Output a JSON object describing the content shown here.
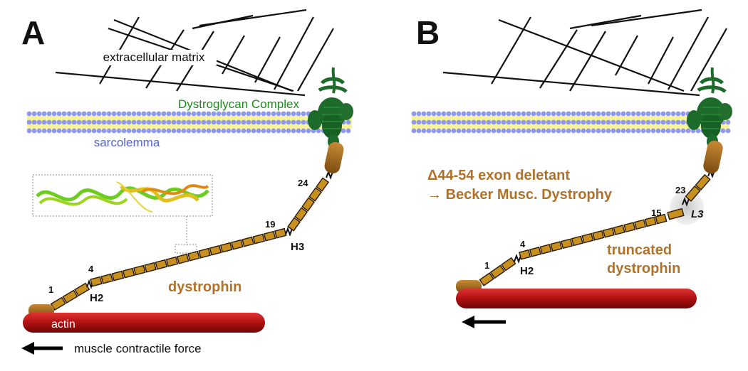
{
  "panels": {
    "a": {
      "letter": "A",
      "ecm_label": "extracellular matrix",
      "dg_label": "Dystroglycan Complex",
      "membrane_label": "sarcolemma",
      "protein_label": "dystrophin",
      "actin_label": "actin",
      "force_label": "muscle contractile force",
      "markers": {
        "r1": "1",
        "r4": "4",
        "r19": "19",
        "r24": "24",
        "h2": "H2",
        "h3": "H3"
      }
    },
    "b": {
      "letter": "B",
      "mutation_line1": "Δ44-54 exon deletant",
      "mutation_line2": "→ Becker Musc. Dystrophy",
      "protein_line1": "truncated",
      "protein_line2": "dystrophin",
      "markers": {
        "r1": "1",
        "r4": "4",
        "r15": "15",
        "r23": "23",
        "h2": "H2",
        "l3": "L3"
      }
    }
  },
  "colors": {
    "dystrophin": "#c8901e",
    "cap": "#9c6518",
    "actin": "#b01010",
    "dg": "#1d6b2a",
    "lipid_head": "#8f98ee",
    "lipid_tail": "#f6f39a",
    "label_brown": "#b0722a",
    "label_green": "#1f8a1f",
    "label_blue": "#4f63e0"
  },
  "icons": [
    "arrow-left-icon",
    "dystroglycan-complex-icon",
    "protein-structure-inset"
  ]
}
